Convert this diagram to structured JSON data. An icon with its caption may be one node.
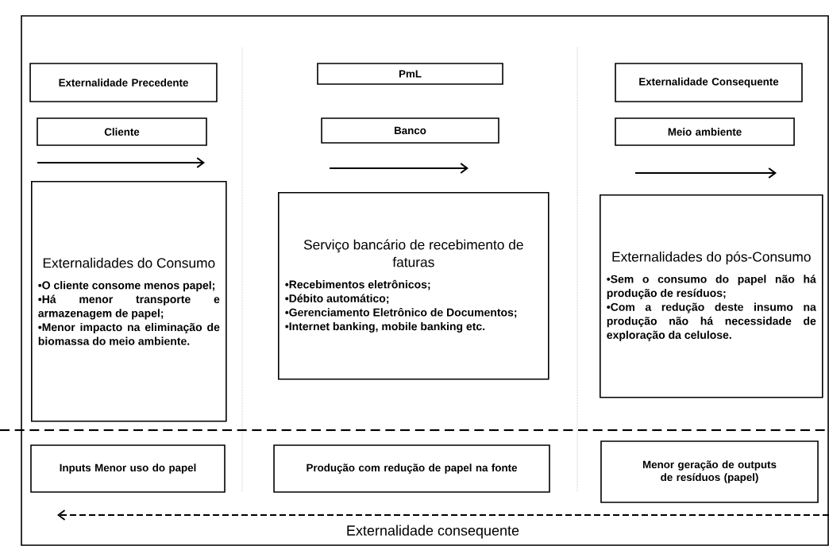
{
  "diagram": {
    "nodes": [
      {
        "text": [
          "Externalidade Precedente"
        ]
      },
      {
        "text": [
          "PmL"
        ]
      },
      {
        "text": [
          "Externalidade Consequente"
        ]
      },
      {
        "text": [
          "Cliente"
        ]
      },
      {
        "text": [
          "Banco"
        ]
      },
      {
        "text": [
          "Meio ambiente"
        ]
      },
      {
        "text": [
          "Externalidades do Consumo",
          "•O cliente consome menos papel;",
          "•Há menor transporte e armazenagem de papel;",
          "•Menor impacto na eliminação de biomassa do meio ambiente."
        ]
      },
      {
        "text": [
          "Serviço bancário de recebimento de faturas",
          "•Recebimentos eletrônicos;",
          "•Débito automático;",
          "•Gerenciamento Eletrônico de Documentos;",
          "•Internet banking, mobile banking etc."
        ]
      },
      {
        "text": [
          "Externalidades do pós-Consumo",
          "•Sem o consumo do papel não há produção de resíduos;",
          "•Com a redução deste insumo na produção não há necessidade de exploração da celulose."
        ]
      },
      {
        "text": [
          "Inputs Menor uso do papel"
        ]
      },
      {
        "text": [
          "Produção com redução de papel na fonte"
        ]
      },
      {
        "text": [
          "Menor geração de outputs de resíduos (papel)"
        ]
      }
    ],
    "labels": [
      "Externalidade consequente"
    ]
  }
}
